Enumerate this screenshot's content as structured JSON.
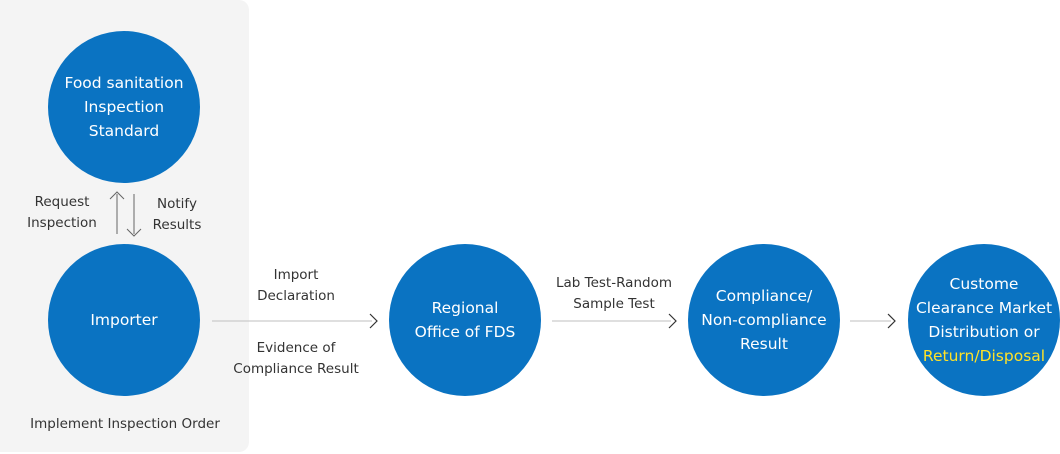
{
  "nodes": {
    "food_standard": [
      "Food sanitation",
      "Inspection",
      "Standard"
    ],
    "importer": [
      "Importer"
    ],
    "regional_office": [
      "Regional",
      "Office of FDS"
    ],
    "compliance_result": [
      "Compliance/",
      "Non-compliance",
      "Result"
    ],
    "clearance": [
      "Custome",
      "Clearance Market",
      "Distribution or"
    ],
    "clearance_highlight": "Return/Disposal"
  },
  "labels": {
    "request_inspection": [
      "Request",
      "Inspection"
    ],
    "notify_results": [
      "Notify",
      "Results"
    ],
    "import_declaration": [
      "Import",
      "Declaration"
    ],
    "evidence": [
      "Evidence of",
      "Compliance Result"
    ],
    "lab_test": [
      "Lab Test-Random",
      "Sample Test"
    ],
    "implement_order": "Implement Inspection Order"
  },
  "colors": {
    "node_fill": "#0a73c2",
    "highlight_text": "#ffe227",
    "panel_bg": "#f4f4f4"
  }
}
